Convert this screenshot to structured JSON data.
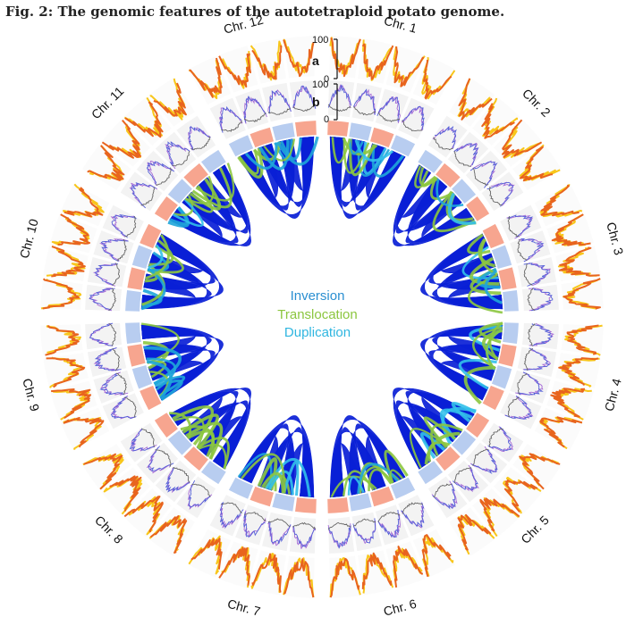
{
  "figure": {
    "title": "Fig. 2: The genomic features of the autotetraploid potato genome."
  },
  "chromosomes": [
    "Chr. 1",
    "Chr. 2",
    "Chr. 3",
    "Chr. 4",
    "Chr. 5",
    "Chr. 6",
    "Chr. 7",
    "Chr. 8",
    "Chr. 9",
    "Chr. 10",
    "Chr. 11",
    "Chr. 12"
  ],
  "tracks": {
    "a": {
      "label": "a",
      "axis_max": "100",
      "axis_min": "0"
    },
    "b": {
      "label": "b",
      "axis_max": "100",
      "axis_min": "0"
    }
  },
  "legend": [
    {
      "label": "Inversion",
      "color": "#2b8fd1"
    },
    {
      "label": "Translocation",
      "color": "#8cc63f"
    },
    {
      "label": "Duplication",
      "color": "#2fb6e0"
    }
  ],
  "colors": {
    "synteny": "#0a1fd6",
    "inversion": "#1fa6d9",
    "translocation": "#8cc63f",
    "duplication": "#33c0ea",
    "hap_salmon": "#f7a58f",
    "hap_blue": "#b8cdf0",
    "track_a_orange": "#e8641e",
    "track_a_yellow": "#f8c61a",
    "track_b_violet": "#a56ad6",
    "track_b_blue": "#5560d8",
    "track_b_grey": "#666666",
    "track_bg": "#f3f3f3"
  }
}
